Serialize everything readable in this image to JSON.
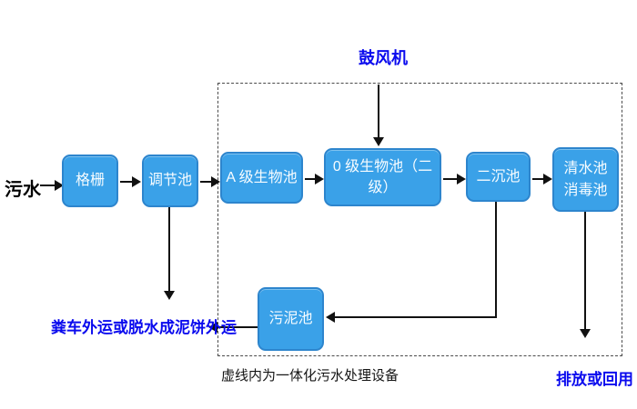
{
  "diagram": {
    "title_hint": "integrated wastewater treatment process flowchart",
    "source_label": "污水",
    "blower_label": "鼓风机",
    "nodes": {
      "grid": "格栅",
      "regulating": "调节池",
      "a_bio": "A 级生物池",
      "o_bio": "0 级生物池（二级）",
      "secondary_sed": "二沉池",
      "clear_water": "清水池",
      "disinfect": "消毒池",
      "sludge": "污泥池"
    },
    "sludge_out_label": "粪车外运或脱水成泥饼外运",
    "dashed_caption": "虚线内为一体化污水处理设备",
    "discharge_label": "排放或回用",
    "edges": [
      {
        "from": "污水",
        "to": "格栅"
      },
      {
        "from": "格栅",
        "to": "调节池"
      },
      {
        "from": "调节池",
        "to": "A 级生物池"
      },
      {
        "from": "A 级生物池",
        "to": "0 级生物池（二级）"
      },
      {
        "from": "0 级生物池（二级）",
        "to": "二沉池"
      },
      {
        "from": "二沉池",
        "to": "清水池 消毒池"
      },
      {
        "from": "鼓风机",
        "to": "0 级生物池（二级）"
      },
      {
        "from": "调节池",
        "to": "粪车外运或脱水成泥饼外运"
      },
      {
        "from": "二沉池",
        "to": "污泥池"
      },
      {
        "from": "污泥池",
        "to": "粪车外运或脱水成泥饼外运"
      },
      {
        "from": "清水池 消毒池",
        "to": "排放或回用"
      }
    ],
    "colors": {
      "node_fill": "#3aa1e8",
      "node_border": "#2d85cd",
      "node_text": "#f7fcff",
      "blue_label": "#0a0aee",
      "black": "#111111",
      "background": "#ffffff"
    }
  }
}
